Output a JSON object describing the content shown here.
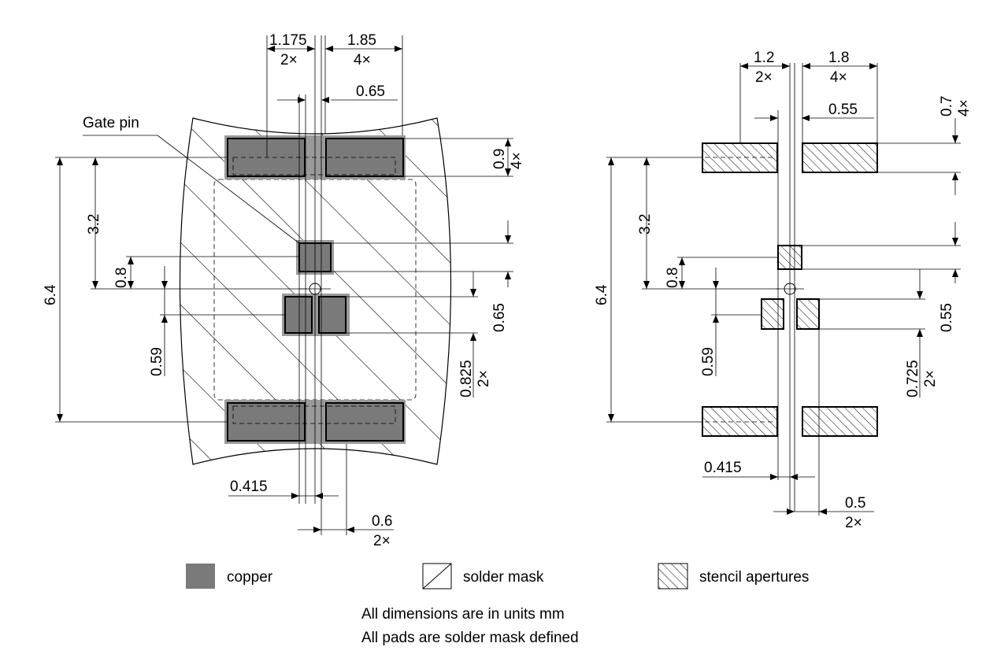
{
  "left_view": {
    "dims": {
      "top_pitch": "1.175",
      "top_pitch_mult": "2×",
      "top_pad_width": "1.85",
      "top_pad_width_mult": "4×",
      "gap": "0.65",
      "pad_height": "0.9",
      "pad_height_mult": "4×",
      "half_span": "3.2",
      "full_span": "6.4",
      "gate_offset": "0.8",
      "gate_height": "0.65",
      "lower_offset": "0.59",
      "lower_height": "0.825",
      "lower_height_mult": "2×",
      "bottom_offset": "0.415",
      "bottom_width": "0.6",
      "bottom_width_mult": "2×"
    },
    "callout": "Gate pin"
  },
  "right_view": {
    "dims": {
      "top_pitch": "1.2",
      "top_pitch_mult": "2×",
      "top_pad_width": "1.8",
      "top_pad_width_mult": "4×",
      "gap": "0.55",
      "pad_height": "0.7",
      "pad_height_mult": "4×",
      "half_span": "3.2",
      "full_span": "6.4",
      "gate_offset": "0.8",
      "gate_height": "0.55",
      "lower_offset": "0.59",
      "lower_height": "0.725",
      "lower_height_mult": "2×",
      "bottom_offset": "0.415",
      "bottom_width": "0.5",
      "bottom_width_mult": "2×"
    }
  },
  "legend": {
    "copper": "copper",
    "solder_mask": "solder mask",
    "stencil": "stencil apertures"
  },
  "notes": {
    "line1": "All dimensions are in units mm",
    "line2": "All pads are solder mask defined"
  },
  "colors": {
    "copper": "#7a7a7a",
    "line": "#000000"
  }
}
